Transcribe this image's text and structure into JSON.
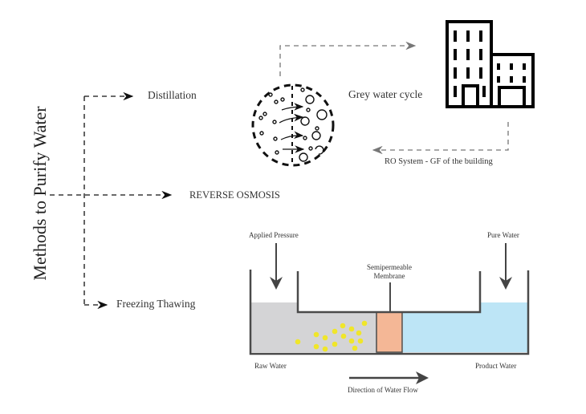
{
  "title": "Methods to Purify Water",
  "methods": [
    {
      "label": "Distillation"
    },
    {
      "label": "REVERSE OSMOSIS"
    },
    {
      "label": "Freezing Thawing"
    }
  ],
  "grey_water": {
    "cycle_label": "Grey water cycle",
    "ro_label": "RO System - GF of the building"
  },
  "ro_diagram": {
    "applied_pressure": "Applied Pressure",
    "pure_water": "Pure Water",
    "membrane": "Semipermeable Membrane",
    "raw_water": "Raw Water",
    "product_water": "Product Water",
    "flow_direction": "Direction of Water Flow"
  },
  "colors": {
    "raw_water": "#d4d4d6",
    "product_water": "#bde5f6",
    "membrane": "#f4b796",
    "particles": "#f0e62a",
    "tank_stroke": "#4a4a4a"
  }
}
